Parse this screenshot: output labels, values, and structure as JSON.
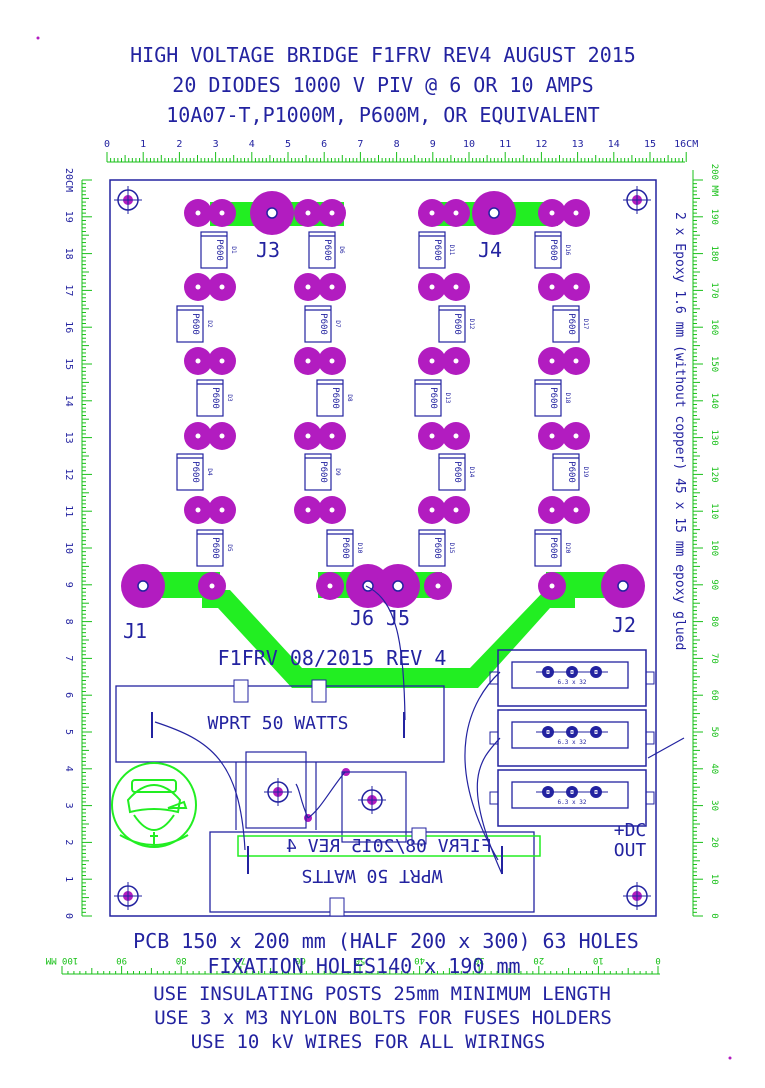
{
  "header": {
    "line1": "HIGH VOLTAGE BRIDGE F1FRV REV4  AUGUST 2015",
    "line2": "20 DIODES 1000 V PIV @ 6 OR 10 AMPS",
    "line3": "10A07-T,P1000M, P600M, OR EQUIVALENT"
  },
  "ruler_top": {
    "labels": [
      "0",
      "1",
      "2",
      "3",
      "4",
      "5",
      "6",
      "7",
      "8",
      "9",
      "10",
      "11",
      "12",
      "13",
      "14",
      "15",
      "16CM"
    ]
  },
  "ruler_left": {
    "labels": [
      "20CM",
      "19",
      "18",
      "17",
      "16",
      "15",
      "14",
      "13",
      "12",
      "11",
      "10",
      "9",
      "8",
      "7",
      "6",
      "5",
      "4",
      "3",
      "2",
      "1",
      "0"
    ]
  },
  "ruler_right": {
    "labels": [
      "200 MM",
      "190",
      "180",
      "170",
      "160",
      "150",
      "140",
      "130",
      "120",
      "110",
      "100",
      "90",
      "80",
      "70",
      "60",
      "50",
      "40",
      "30",
      "20",
      "10",
      "0"
    ]
  },
  "ruler_bottom": {
    "labels": [
      "100 MM",
      "90",
      "80",
      "70",
      "60",
      "50",
      "40",
      "30",
      "20",
      "10",
      "0"
    ]
  },
  "board": {
    "connectors": {
      "j1": "J1",
      "j2": "J2",
      "j3": "J3",
      "j4": "J4",
      "j5": "J5",
      "j6": "J6"
    },
    "diode_part": "P600",
    "diode_names": [
      "D1",
      "D2",
      "D3",
      "D4",
      "D5",
      "D6",
      "D7",
      "D8",
      "D9",
      "D10",
      "D11",
      "D12",
      "D13",
      "D14",
      "D15",
      "D16",
      "D17",
      "D18",
      "D19",
      "D20"
    ],
    "board_label": "F1FRV 08/2015 REV 4",
    "board_label_mirrored": "F1FRV 08/2015 REV 4",
    "resistor_label": "WPRT 50 WATTS",
    "resistor_label_mirrored": "WPRT 50 WATTS",
    "fuse_label": "6.3 x 32",
    "dc_out_line1": "+DC",
    "dc_out_line2": "OUT",
    "side_note": "2 x Epoxy 1.6 mm (without copper) 45 x 15 mm epoxy glued"
  },
  "footer": {
    "line1": "PCB 150 x 200 mm (HALF 200 x 300)   63 HOLES",
    "line2": "FIXATION HOLES140 x 190 mm",
    "line3": "USE INSULATING POSTS 25mm MINIMUM LENGTH",
    "line4": "USE 3 x M3 NYLON BOLTS FOR FUSES HOLDERS",
    "line5": "USE 10 kV WIRES FOR ALL WIRINGS"
  },
  "colors": {
    "ink": "#2323a0",
    "trace": "#22ee22",
    "pad": "#b21cc0",
    "ruler": "#18c018"
  }
}
